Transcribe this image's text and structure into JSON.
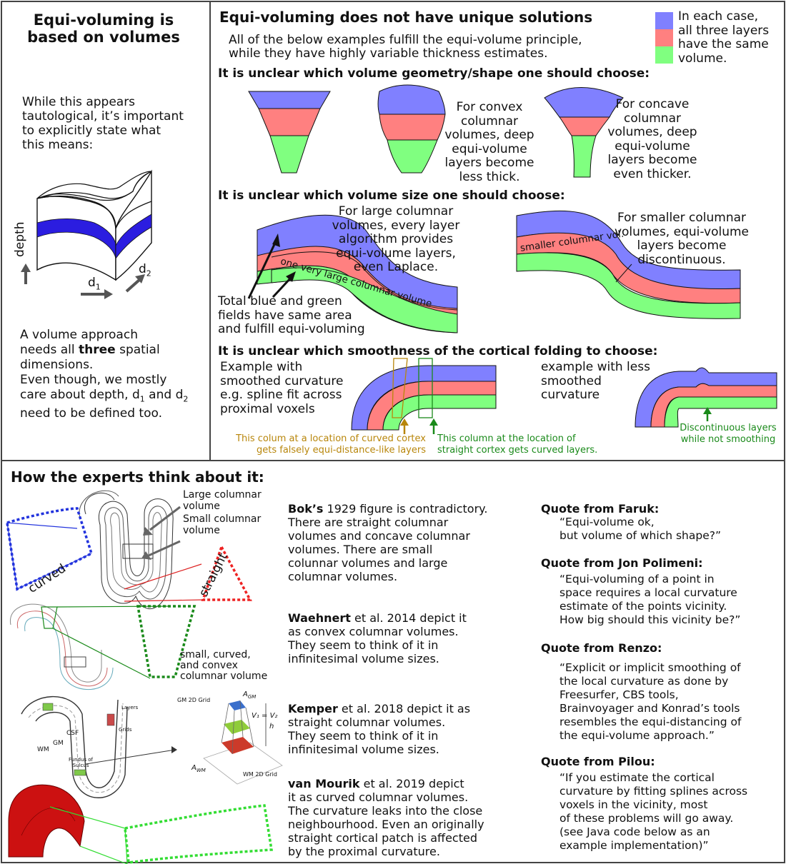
{
  "left_panel": {
    "title": "Equi-voluming is\nbased on volumes",
    "intro": "While this appears\ntautological, it’s important\nto explicitly state what\nthis means:",
    "axis_depth": "depth",
    "axis_d1": "d",
    "axis_d1_sub": "1",
    "axis_d2": "d",
    "axis_d2_sub": "2",
    "volume_text_1": "A volume approach\nneeds all ",
    "volume_text_bold": "three",
    "volume_text_2": " spatial\ndimensions.\nEven though, we mostly\ncare about depth, d",
    "volume_text_sub1": "1",
    "volume_text_3": " and d",
    "volume_text_sub2": "2",
    "volume_text_4": "\nneed to be defined too."
  },
  "right_panel": {
    "title": "Equi-voluming does not have unique solutions",
    "intro": "All of the below examples fulfill the equi-volume principle,\nwhile they have highly variable thickness estimates.",
    "legend": "In each case,\nall three layers\nhave the same\nvolume.",
    "section_shape_title": "It is unclear which volume geometry/shape one should choose:",
    "convex_text": "For convex\ncolumnar\nvolumes, deep\nequi-volume\nlayers become\nless thick.",
    "concave_text": "For concave\ncolumnar\nvolumes, deep\nequi-volume\nlayers become\neven thicker.",
    "section_size_title": "It is unclear which volume size one should choose:",
    "large_text": "For large columnar\nvolumes, every layer\nalgorithm provides\nequi-volume layers,\neven Laplace.",
    "large_label": "one very large columnar volume",
    "area_text": "Total blue and green\nfields have same area\nand fulfill equi-voluming",
    "small_text": "For smaller columnar\nvolumes, equi-volume\nlayers become\ndiscontinuous.",
    "small_label": "smaller columnar vol.",
    "section_smooth_title": "It is unclear which smoothness of the cortical folding to choose:",
    "smoothed_text": "Example with\nsmoothed curvature\ne.g. spline fit across\nproximal voxels",
    "less_smoothed_text": "example with less\nsmoothed\ncurvature",
    "curved_col_caption": "This colum at a location of curved cortex\ngets falsely equi-distance-like layers",
    "straight_col_caption": "This column at the location of\nstraight cortex gets curved layers.",
    "discontinuous_caption": "Discontinuous layers\nwhile not smoothing"
  },
  "bottom_panel": {
    "title": "How the experts think about it:",
    "bok_labels": {
      "large": "Large columnar\nvolume",
      "small": "Small columnar\nvolume",
      "curved": "curved",
      "straight": "straight"
    },
    "waehnert_label": "small, curved,\nand convex\ncolumnar volume",
    "kemper_labels": {
      "csf": "CSF",
      "gm": "GM",
      "wm": "WM",
      "fundus": "Fundus of\nSulcus",
      "layers": "Layers",
      "grids": "Grids",
      "gm_grid": "GM 2D Grid",
      "wm_grid": "WM 2D Grid",
      "agm": "A",
      "agm_sub": "GM",
      "awm": "A",
      "awm_sub": "WM",
      "v_eq": "V₁ = V₂",
      "h": "h"
    },
    "refs": [
      {
        "bold": "Bok’s",
        "text": " 1929 figure is contradictory.\nThere are straight columnar\nvolumes and concave columnar\nvolumes. There are small\ncolunnar volumes and large\ncolumnar volumes."
      },
      {
        "bold": "Waehnert",
        "text": " et al. 2014 depict it\nas convex columnar volumes.\nThey seem to think of it in\ninfinitesimal volume sizes."
      },
      {
        "bold": "Kemper",
        "text": " et al. 2018 depict it as\nstraight columnar volumes.\nThey seem to think of it in\ninfinitesimal volume sizes."
      },
      {
        "bold": "van Mourik",
        "text": " et al. 2019 depict\nit as curved columnar volumes.\nThe curvature leaks into the close\nneighbourhood. Even an originally\nstraight cortical patch is affected\nby the proximal curvature."
      }
    ],
    "quotes": [
      {
        "title": "Quote from Faruk:",
        "text": "“Equi-volume ok,\nbut volume of which shape?”"
      },
      {
        "title": "Quote from Jon Polimeni:",
        "text": "“Equi-voluming of a point in\nspace requires a local curvature\nestimate of the points vicinity.\nHow big should this vicinity be?”"
      },
      {
        "title": "Quote from Renzo:",
        "text": "“Explicit or implicit smoothing of\nthe local curvature as done by\nFreesurfer, CBS tools,\nBrainvoyager and Konrad’s tools\nresembles the equi-distancing of\nthe equi-volume approach.”"
      },
      {
        "title": "Quote from Pilou:",
        "text": "“If you estimate the cortical\ncurvature by fitting splines across\nvoxels in the vicinity, most\nof these problems will go away.\n(see Java code below as an\nexample implementation)”"
      }
    ]
  },
  "colors": {
    "blue": "#8080ff",
    "red": "#ff8080",
    "green": "#80ff80",
    "deep_blue": "#2b1de0",
    "olive": "#b8860b",
    "dark_green": "#1a8a1a"
  }
}
